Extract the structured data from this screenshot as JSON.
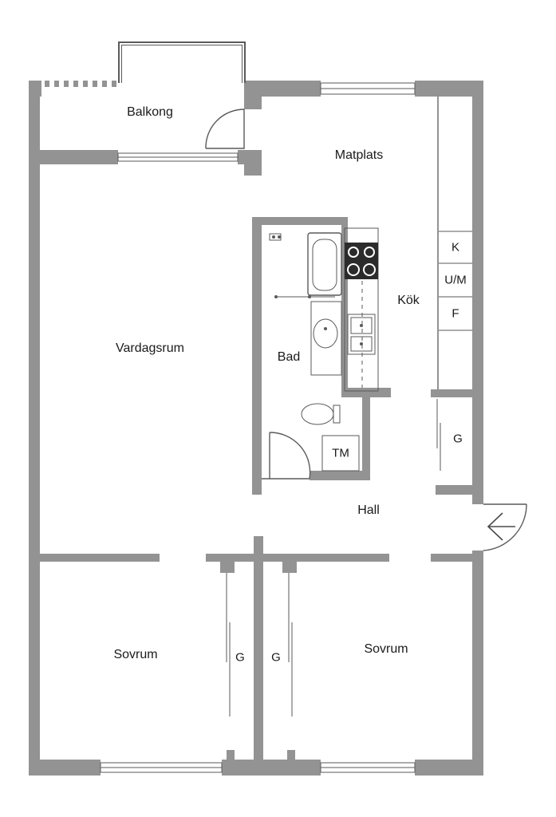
{
  "plan": {
    "colors": {
      "wall": "#939393",
      "wall_edge": "#6f6f6f",
      "line": "#5a5a5a",
      "stove": "#2b2b2b",
      "background": "#ffffff"
    },
    "rooms": {
      "balcony": "Balkong",
      "dining": "Matplats",
      "kitchen": "Kök",
      "living_room": "Vardagsrum",
      "bathroom": "Bad",
      "hall": "Hall",
      "bedroom_1": "Sovrum",
      "bedroom_2": "Sovrum"
    },
    "fixtures": {
      "fridge": "K",
      "microwave_oven": "U/M",
      "freezer": "F",
      "washing_machine": "TM",
      "wardrobe_hall": "G",
      "wardrobe_bed1": "G",
      "wardrobe_bed2": "G"
    },
    "icons": {
      "entrance": "arrow-left-icon"
    }
  }
}
